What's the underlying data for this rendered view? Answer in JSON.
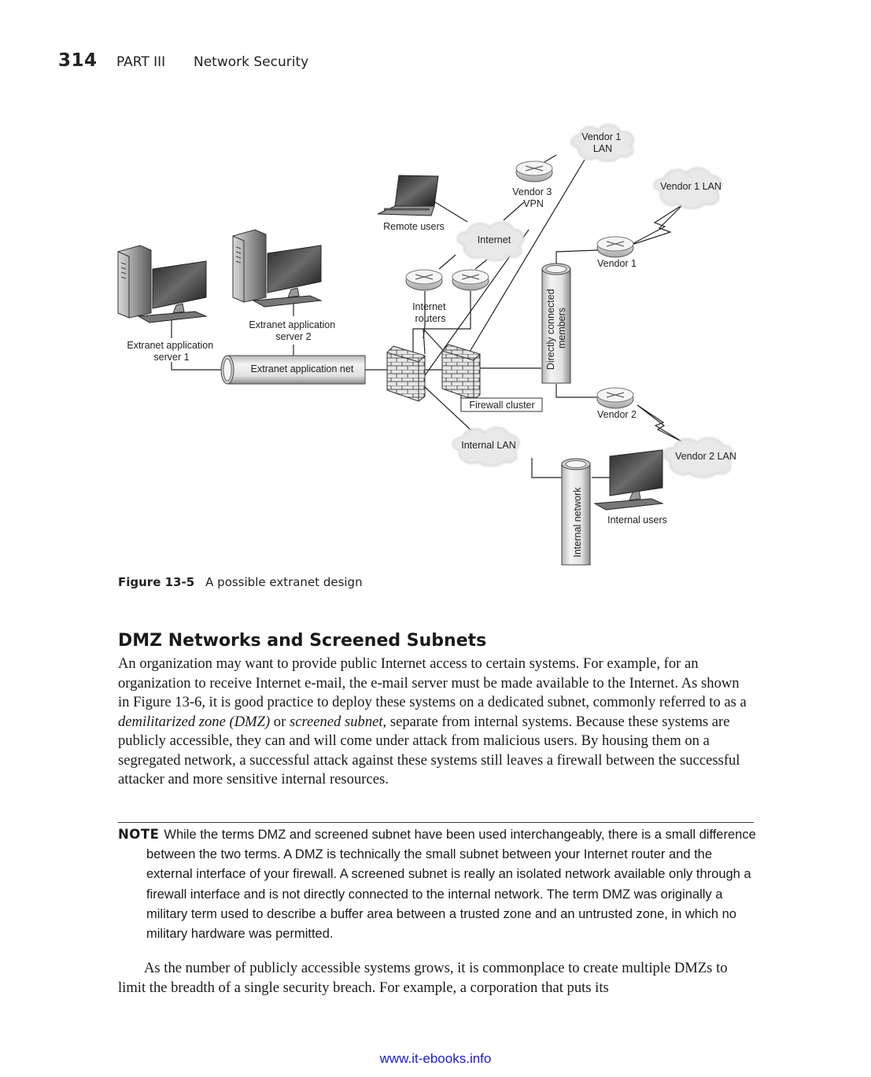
{
  "header": {
    "page_number": "314",
    "part": "PART III",
    "section": "Network Security"
  },
  "figure": {
    "labels": {
      "vendor1_lan_top": [
        "Vendor 1",
        "LAN"
      ],
      "vendor3_vpn": [
        "Vendor 3",
        "VPN"
      ],
      "vendor1_lan_right": "Vendor 1 LAN",
      "remote_users": "Remote users",
      "internet": "Internet",
      "vendor1": "Vendor 1",
      "internet_routers": [
        "Internet",
        "routers"
      ],
      "directly_connected": [
        "Directly connected",
        "members"
      ],
      "extranet_server2": [
        "Extranet application",
        "server 2"
      ],
      "extranet_server1": [
        "Extranet application",
        "server 1"
      ],
      "extranet_net": "Extranet application net",
      "firewall_cluster": "Firewall cluster",
      "vendor2": "Vendor 2",
      "internal_lan": "Internal LAN",
      "vendor2_lan": "Vendor 2 LAN",
      "internal_network": "Internal network",
      "internal_users": "Internal users"
    },
    "caption_number": "Figure 13-5",
    "caption_text": "A possible extranet design"
  },
  "section": {
    "heading": "DMZ Networks and Screened Subnets",
    "para1_a": "An organization may want to provide public Internet access to certain systems. For example, for an organization to receive Internet e-mail, the e-mail server must be made available to the Internet. As shown in Figure 13-6, it is good practice to deploy these systems on a dedicated subnet, commonly referred to as a ",
    "para1_term1": "demilitarized zone (DMZ)",
    "para1_b": " or ",
    "para1_term2": "screened subnet",
    "para1_c": ", separate from internal systems. Because these systems are publicly accessible, they can and will come under attack from malicious users. By housing them on a segregated network, a successful attack against these systems still leaves a firewall between the successful attacker and more sensitive internal resources.",
    "note_tag": "NOTE",
    "note_text": "While the terms DMZ and screened subnet have been used interchangeably, there is a small difference between the two terms. A DMZ is technically the small subnet between your Internet router and the external interface of your firewall. A screened subnet is really an isolated network available only through a firewall interface and is not directly connected to the internal network. The term DMZ was originally a military term used to describe a buffer area between a trusted zone and an untrusted zone, in which no military hardware was permitted.",
    "para2": "As the number of publicly accessible systems grows, it is commonplace to create multiple DMZs to limit the breadth of a single security breach. For example, a corporation that puts its"
  },
  "footer": {
    "url": "www.it-ebooks.info"
  }
}
